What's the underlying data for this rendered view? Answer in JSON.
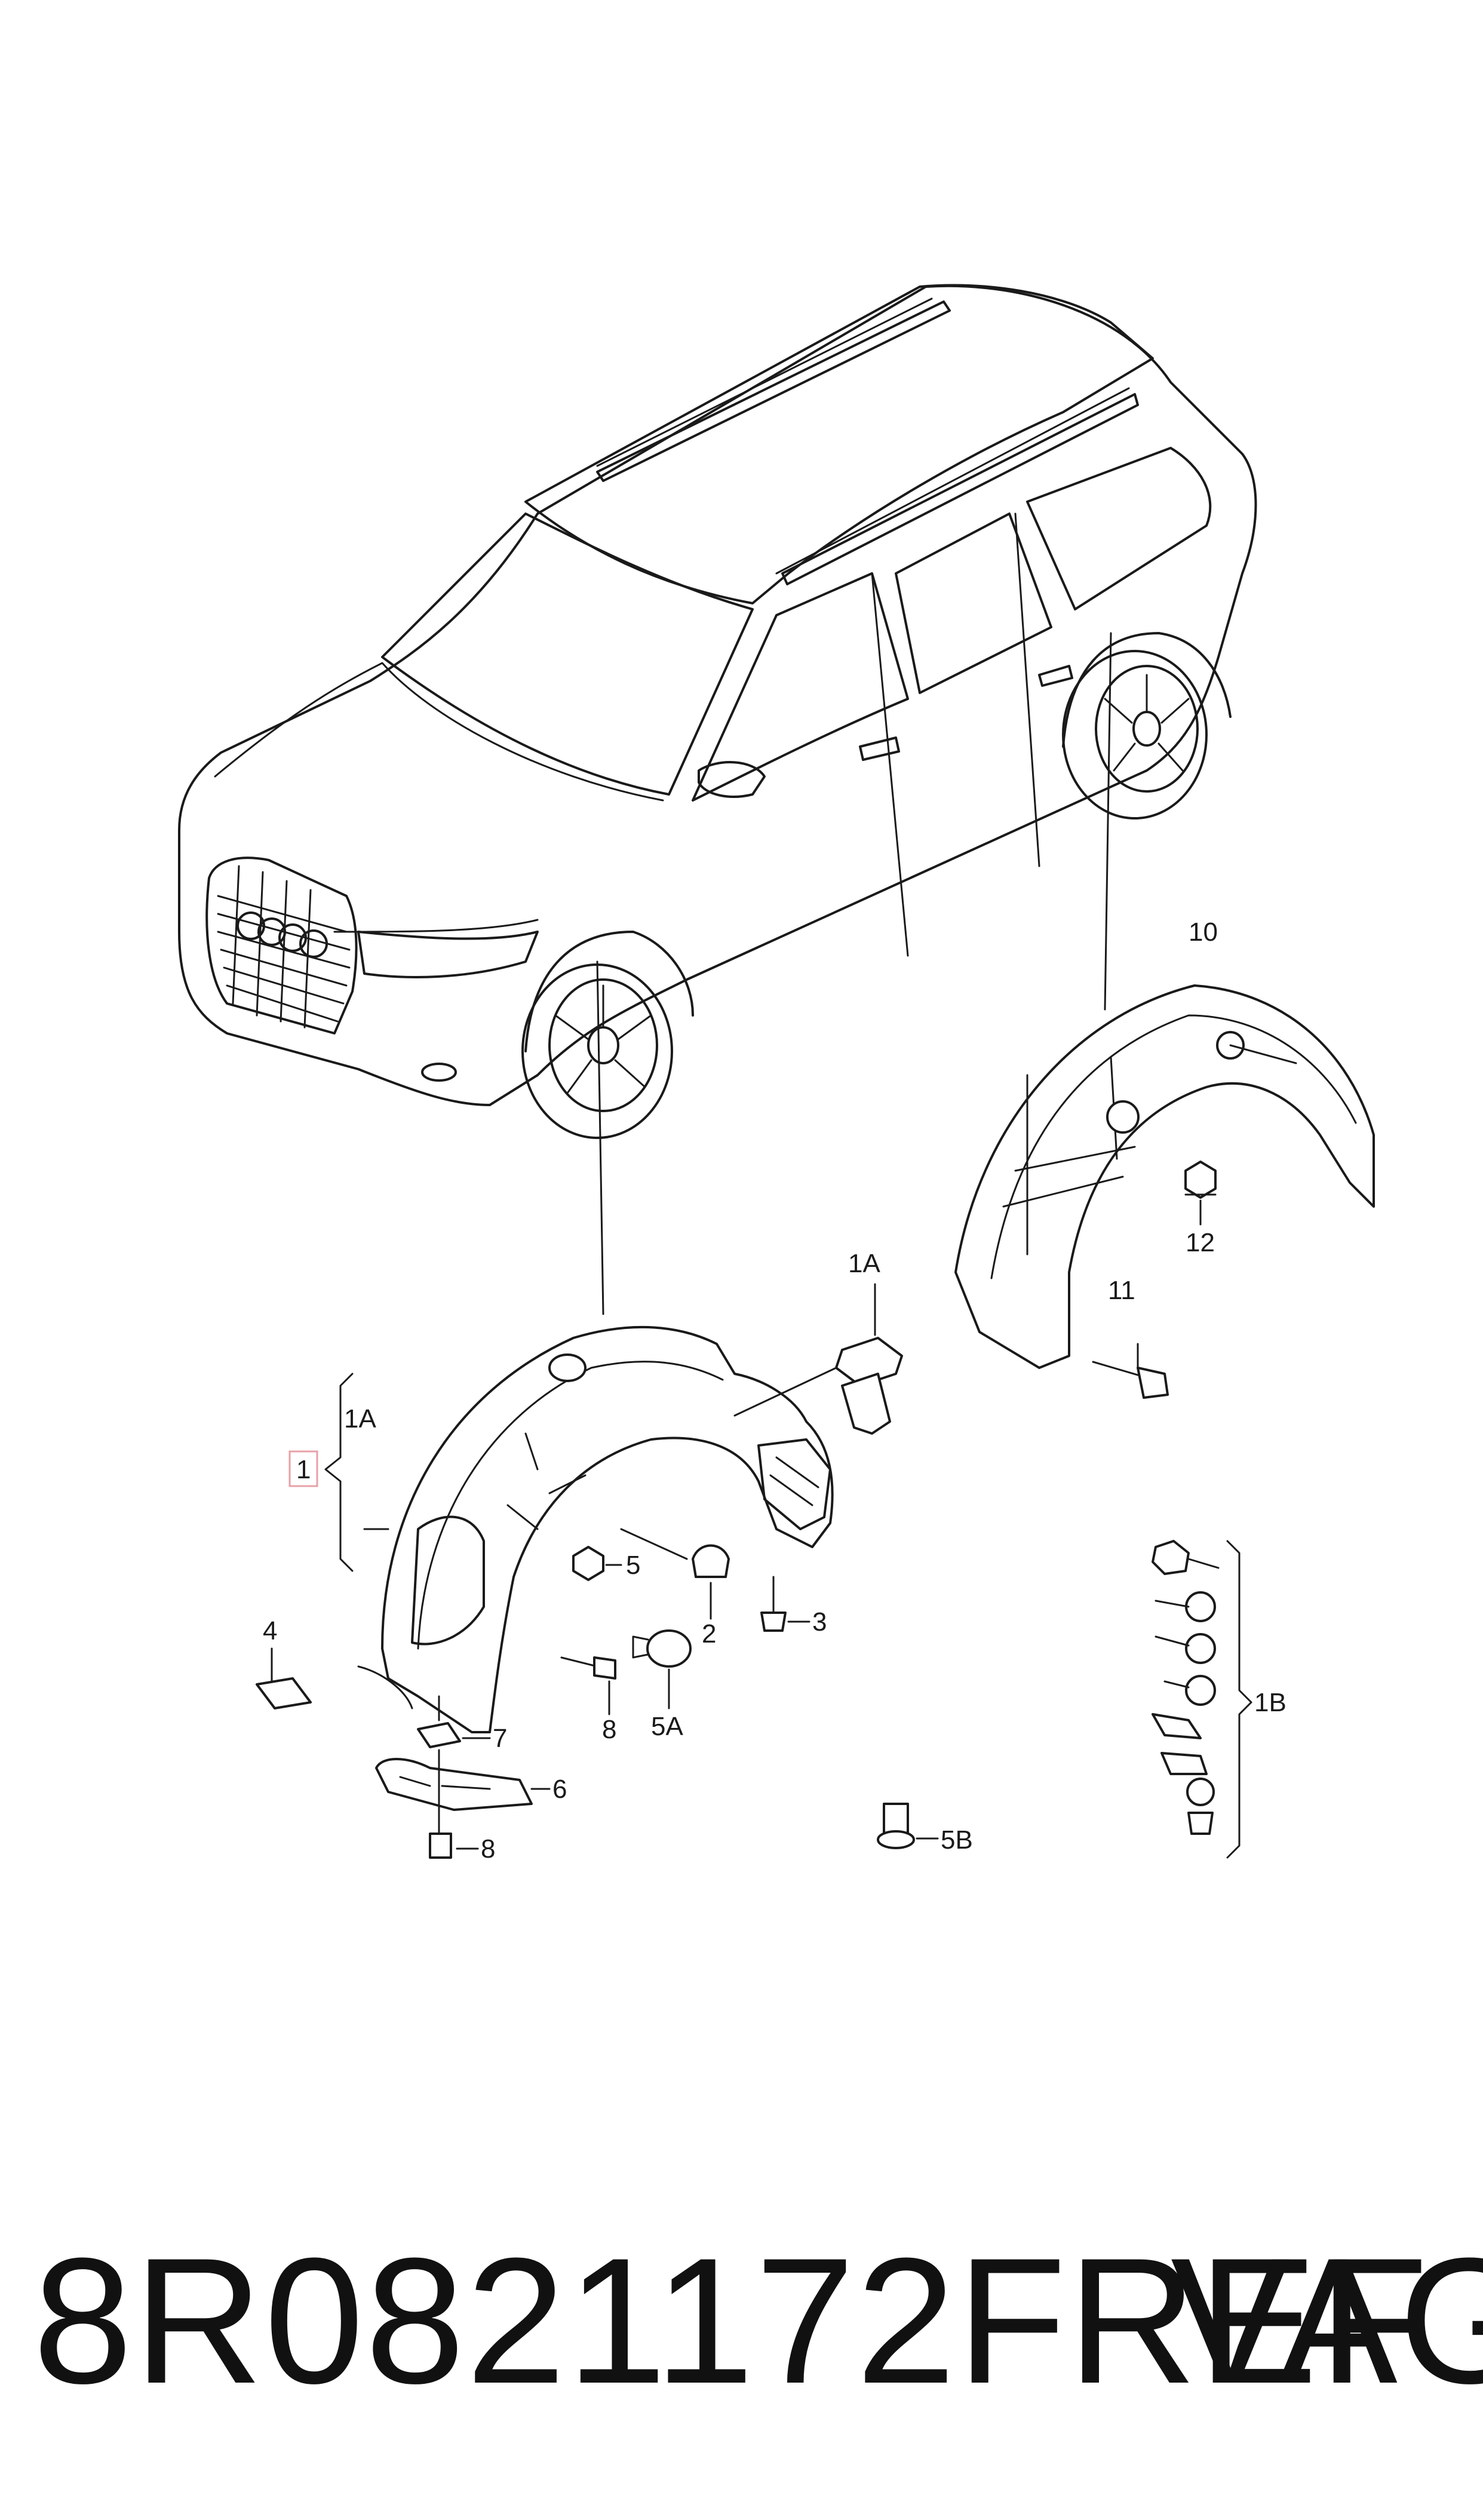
{
  "footer": {
    "part_number": "8R0821172FREF",
    "manufacturer": "VAG"
  },
  "labels": {
    "l1": "1",
    "l1a_bracket": "1A",
    "l1a_clip": "1A",
    "l1b": "1B",
    "l2": "2",
    "l3": "3",
    "l4": "4",
    "l5": "5",
    "l5a": "5A",
    "l5b": "5B",
    "l6": "6",
    "l7": "7",
    "l8_upper": "8",
    "l8_lower": "8",
    "l10": "10",
    "l11": "11",
    "l12": "12"
  },
  "colors": {
    "line": "#1a1a1a",
    "highlight_box": "#e8a0a8"
  }
}
